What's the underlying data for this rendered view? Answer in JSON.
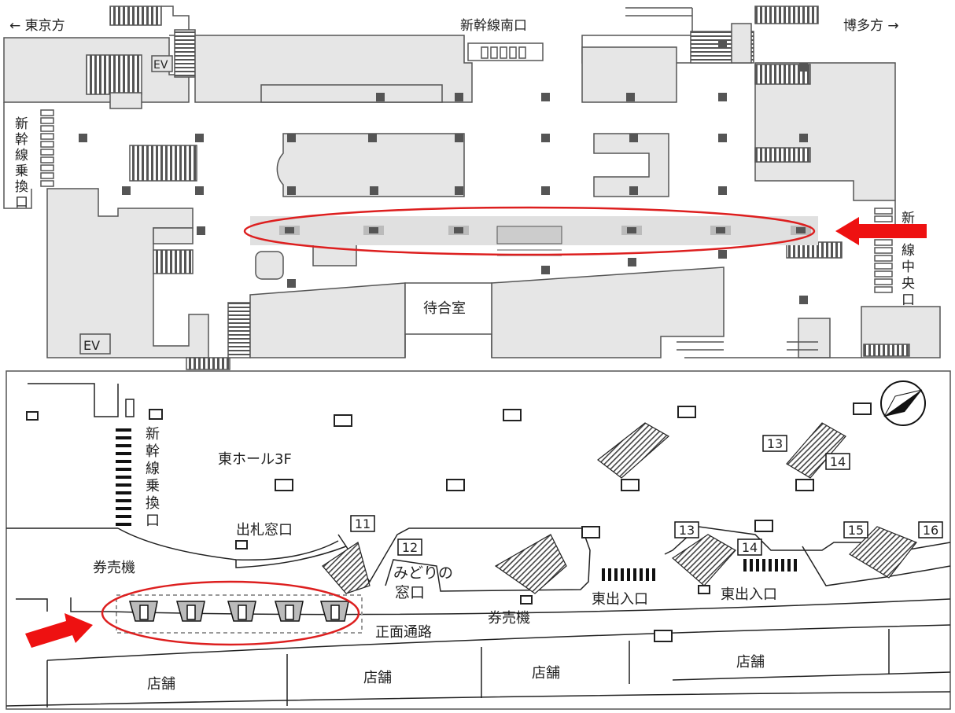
{
  "top_map": {
    "left_direction": "← 東京方",
    "right_direction": "博多方 →",
    "south_gate": "新幹線南口",
    "transfer_chars": [
      "新",
      "幹",
      "線",
      "乗",
      "換",
      "口"
    ],
    "central_gate_chars": [
      "新",
      "線",
      "中",
      "央",
      "口"
    ],
    "elevator": "EV",
    "waiting_room": "待合室"
  },
  "bottom_map": {
    "east_hall": "東ホール3F",
    "transfer_chars": [
      "新",
      "幹",
      "線",
      "乗",
      "換",
      "口"
    ],
    "ticket_window": "出札窓口",
    "ticket_machines": "券売機",
    "midori_line1": "みどりの",
    "midori_line2": "窓口",
    "ticket_machines_2": "券売機",
    "main_passage": "正面通路",
    "east_exit": "東出入口",
    "shop": "店舗",
    "gate_numbers": [
      "11",
      "12",
      "13",
      "14",
      "13",
      "14",
      "15",
      "16"
    ]
  },
  "colors": {
    "highlight": "#dd1f1f",
    "floor": "#e6e6e6",
    "outline": "#555555",
    "pillar": "#555555"
  }
}
